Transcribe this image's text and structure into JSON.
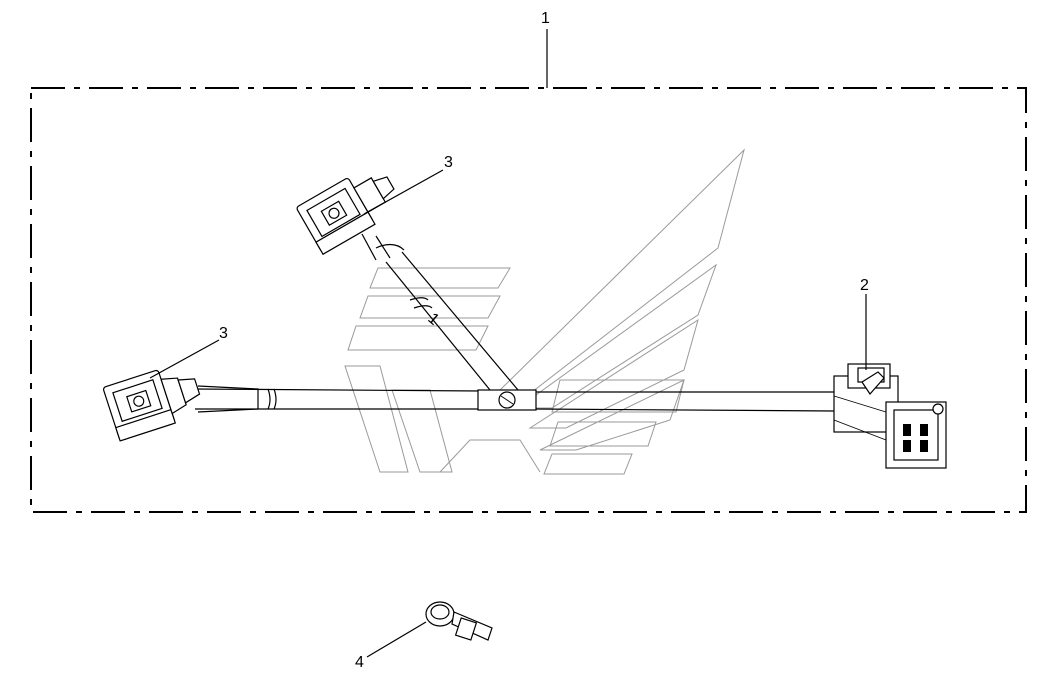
{
  "callouts": [
    {
      "id": "kit",
      "label": "1"
    },
    {
      "id": "connector-4pin",
      "label": "2"
    },
    {
      "id": "connector-upper",
      "label": "3"
    },
    {
      "id": "connector-left",
      "label": "3"
    },
    {
      "id": "clip",
      "label": "4"
    },
    {
      "id": "wire-marker",
      "label": "1"
    }
  ],
  "colors": {
    "line": "#000000",
    "watermark": "#9a9a9a",
    "background": "#ffffff"
  }
}
